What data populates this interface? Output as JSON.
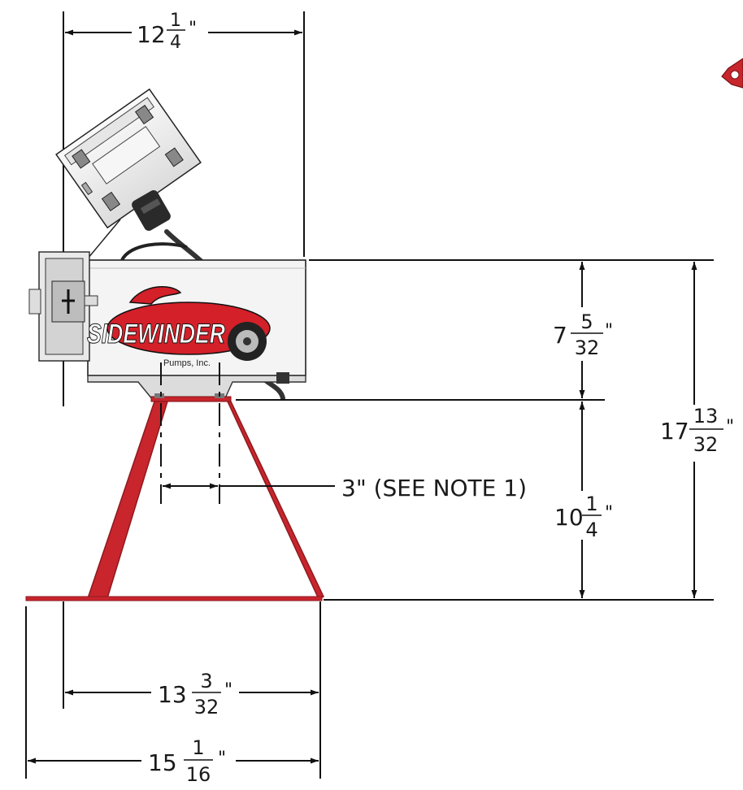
{
  "brand": {
    "logo_text": "SIDEWINDER",
    "logo_subtext": "Pumps, Inc."
  },
  "dimensions": {
    "top_width": {
      "whole": "12",
      "num": "1",
      "den": "4",
      "unit": "\""
    },
    "upper_height": {
      "whole": "7",
      "num": "5",
      "den": "32",
      "unit": "\""
    },
    "total_height": {
      "whole": "17",
      "num": "13",
      "den": "32",
      "unit": "\""
    },
    "stand_height": {
      "whole": "10",
      "num": "1",
      "den": "4",
      "unit": "\""
    },
    "base_width": {
      "whole": "13",
      "num": "3",
      "den": "32",
      "unit": "\""
    },
    "overall_width": {
      "whole": "15",
      "num": "1",
      "den": "16",
      "unit": "\""
    },
    "bolt_spacing_label": "3\" (SEE NOTE 1)"
  },
  "colors": {
    "stand_red": "#c8252c",
    "stand_dark": "#8e1a1f",
    "logo_red": "#d42029",
    "line": "#111111",
    "housing": "#f2f2f2"
  }
}
